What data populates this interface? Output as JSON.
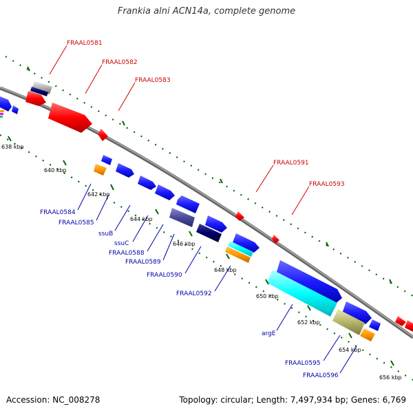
{
  "title": "Frankia alni ACN14a, complete genome",
  "footer": {
    "accession": "Accession: NC_008278",
    "topology": "Topology: circular; Length: 7,497,934 bp; Genes: 6,769"
  },
  "colors": {
    "backbone": "#8a8a8a",
    "red_gene": "#ff0000",
    "blue_gene": "#1a1aff",
    "orange_gene": "#ff9900",
    "cyan_gene": "#00ffff",
    "navy_gene": "#000066",
    "slate_gene": "#4a4a9a",
    "khaki_gene": "#b5b56a",
    "red_label": "#cc0000",
    "blue_label": "#0000aa",
    "tick_green": "#006600"
  },
  "scale_labels": [
    "638 kbp",
    "640 kbp",
    "642 kbp",
    "644 kbp",
    "646 kbp",
    "648 kbp",
    "650 kbp",
    "652 kbp",
    "654 kbp",
    "656 kbp"
  ],
  "outer_labels": [
    "FRAAL0581",
    "FRAAL0582",
    "FRAAL0583",
    "FRAAL0591",
    "FRAAL0593"
  ],
  "inner_labels": [
    "FRAAL0584",
    "FRAAL0585",
    "ssuB",
    "ssuC",
    "FRAAL0588",
    "FRAAL0589",
    "FRAAL0590",
    "FRAAL0592",
    "argE",
    "FRAAL0595",
    "FRAAL0596"
  ]
}
